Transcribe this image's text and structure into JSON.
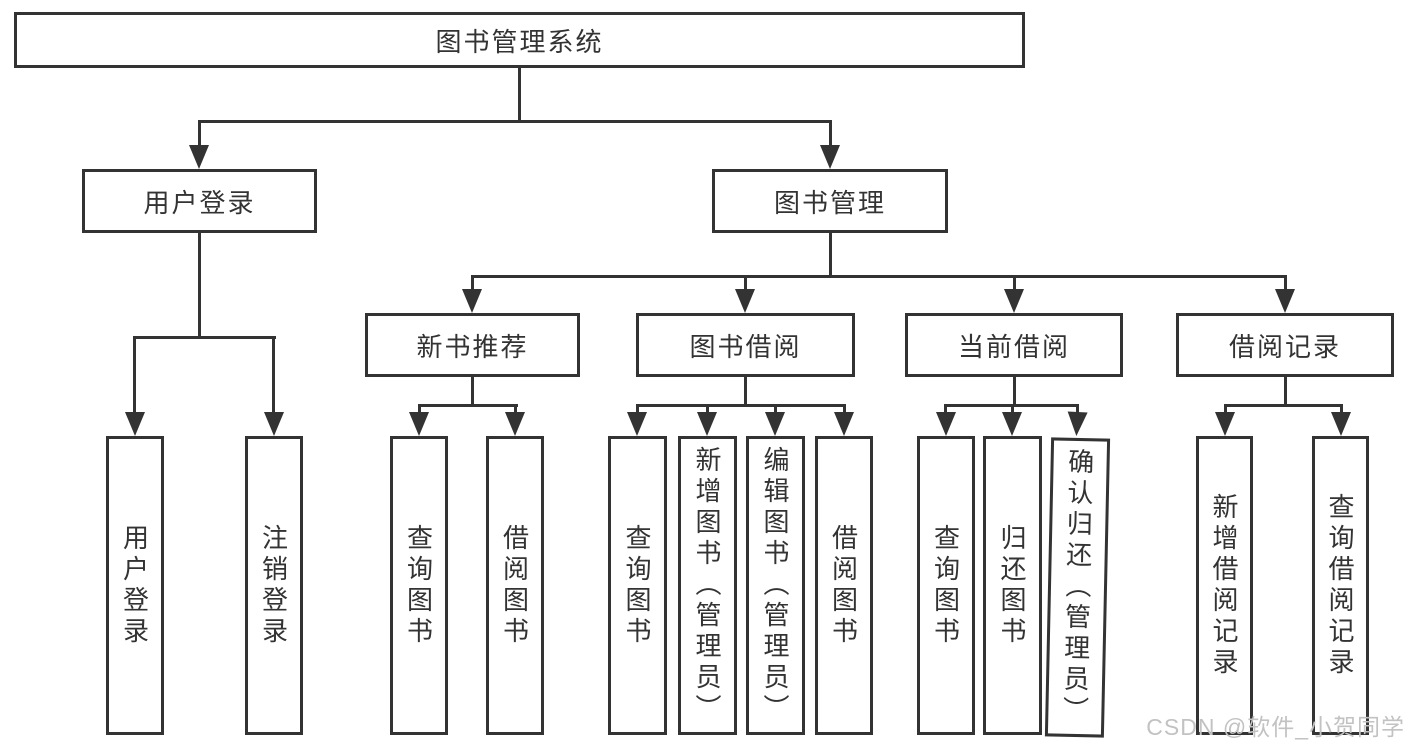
{
  "diagram": {
    "root": {
      "label": "图书管理系统"
    },
    "branches": [
      {
        "label": "用户登录",
        "children": [
          {
            "label": "用户登录"
          },
          {
            "label": "注销登录"
          }
        ]
      },
      {
        "label": "图书管理",
        "children": [
          {
            "label": "新书推荐",
            "children": [
              {
                "label": "查询图书"
              },
              {
                "label": "借阅图书"
              }
            ]
          },
          {
            "label": "图书借阅",
            "children": [
              {
                "label": "查询图书"
              },
              {
                "label": "新增图书（管理员）"
              },
              {
                "label": "编辑图书（管理员）"
              },
              {
                "label": "借阅图书"
              }
            ]
          },
          {
            "label": "当前借阅",
            "children": [
              {
                "label": "查询图书"
              },
              {
                "label": "归还图书"
              },
              {
                "label": "确认归还（管理员）"
              }
            ]
          },
          {
            "label": "借阅记录",
            "children": [
              {
                "label": "新增借阅记录"
              },
              {
                "label": "查询借阅记录"
              }
            ]
          }
        ]
      }
    ],
    "colors": {
      "line": "#333333",
      "box_background": "#ffffff",
      "text": "#333333",
      "watermark": "#c2c2c2"
    },
    "watermark": "CSDN @软件_小贺同学"
  }
}
